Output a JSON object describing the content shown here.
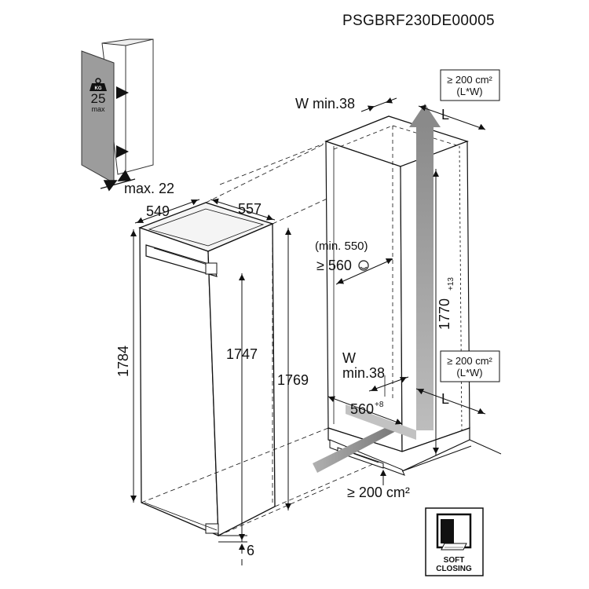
{
  "document_code": "PSGBRF230DE00005",
  "door_weight": {
    "icon_label": "KG",
    "value": "25",
    "unit": "max"
  },
  "door_gap": "max. 22",
  "appliance": {
    "depth": "549",
    "width": "557",
    "height_total": "1784",
    "height_inner": "1747",
    "height_door": "1769",
    "bottom_offset": "6"
  },
  "niche": {
    "top_gap": "W min.38",
    "top_vent_area": "≥ 200 cm²",
    "top_vent_formula": "(L*W)",
    "dim_L_top": "L",
    "depth_min": "(min. 550)",
    "depth_rec": "≥ 560",
    "height": "1770",
    "height_tol": "+13",
    "bottom_vent_area": "≥ 200 cm²",
    "bottom_vent_formula": "(L*W)",
    "bottom_gap_w": "W",
    "bottom_gap_min": "min.38",
    "dim_L_bottom": "L",
    "width": "560",
    "width_tol": "+8",
    "plinth_vent": "≥ 200 cm²"
  },
  "soft_closing": {
    "line1": "SOFT",
    "line2": "CLOSING"
  }
}
